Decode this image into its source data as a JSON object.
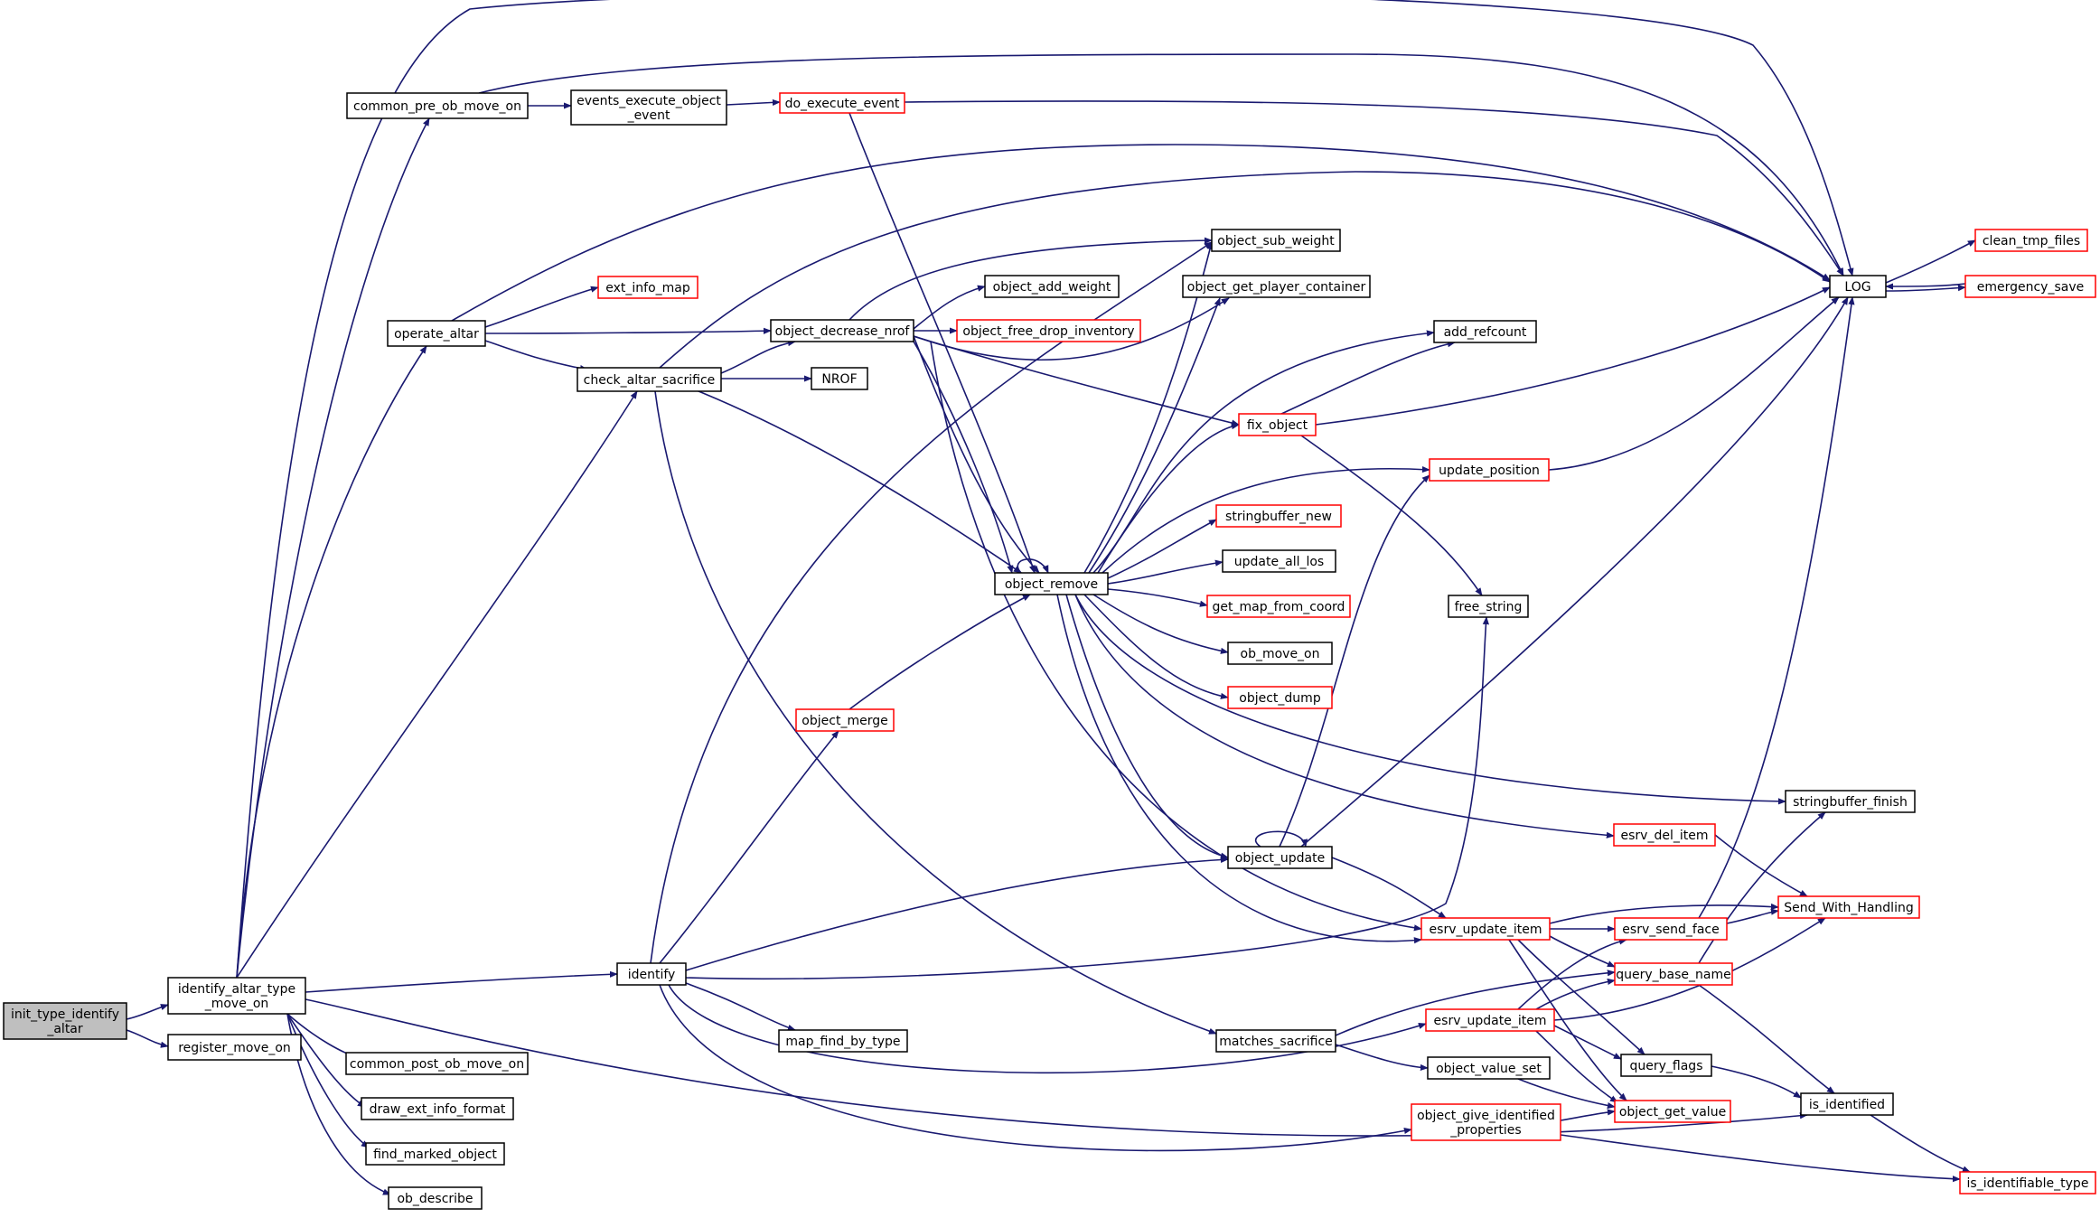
{
  "graph": {
    "nodes": [
      {
        "id": "root",
        "lines": [
          "init_type_identify",
          "_altar"
        ],
        "style": "root"
      },
      {
        "id": "identify_altar_type",
        "lines": [
          "identify_altar_type",
          "_move_on"
        ],
        "style": "black"
      },
      {
        "id": "register_move_on",
        "lines": [
          "register_move_on"
        ],
        "style": "black"
      },
      {
        "id": "common_pre_ob_move_on",
        "lines": [
          "common_pre_ob_move_on"
        ],
        "style": "black"
      },
      {
        "id": "events_execute_object_event",
        "lines": [
          "events_execute_object",
          "_event"
        ],
        "style": "black"
      },
      {
        "id": "do_execute_event",
        "lines": [
          "do_execute_event"
        ],
        "style": "red"
      },
      {
        "id": "operate_altar",
        "lines": [
          "operate_altar"
        ],
        "style": "black"
      },
      {
        "id": "ext_info_map",
        "lines": [
          "ext_info_map"
        ],
        "style": "red"
      },
      {
        "id": "check_altar_sacrifice",
        "lines": [
          "check_altar_sacrifice"
        ],
        "style": "black"
      },
      {
        "id": "object_decrease_nrof",
        "lines": [
          "object_decrease_nrof"
        ],
        "style": "black"
      },
      {
        "id": "NROF",
        "lines": [
          "NROF"
        ],
        "style": "black"
      },
      {
        "id": "object_sub_weight",
        "lines": [
          "object_sub_weight"
        ],
        "style": "black"
      },
      {
        "id": "object_add_weight",
        "lines": [
          "object_add_weight"
        ],
        "style": "black"
      },
      {
        "id": "object_get_player_container",
        "lines": [
          "object_get_player_container"
        ],
        "style": "black"
      },
      {
        "id": "object_free_drop_inventory",
        "lines": [
          "object_free_drop_inventory"
        ],
        "style": "red"
      },
      {
        "id": "add_refcount",
        "lines": [
          "add_refcount"
        ],
        "style": "black"
      },
      {
        "id": "fix_object",
        "lines": [
          "fix_object"
        ],
        "style": "red"
      },
      {
        "id": "update_position",
        "lines": [
          "update_position"
        ],
        "style": "red"
      },
      {
        "id": "stringbuffer_new",
        "lines": [
          "stringbuffer_new"
        ],
        "style": "red"
      },
      {
        "id": "update_all_los",
        "lines": [
          "update_all_los"
        ],
        "style": "black"
      },
      {
        "id": "object_remove",
        "lines": [
          "object_remove"
        ],
        "style": "black"
      },
      {
        "id": "get_map_from_coord",
        "lines": [
          "get_map_from_coord"
        ],
        "style": "red"
      },
      {
        "id": "free_string",
        "lines": [
          "free_string"
        ],
        "style": "black"
      },
      {
        "id": "ob_move_on",
        "lines": [
          "ob_move_on"
        ],
        "style": "black"
      },
      {
        "id": "object_dump",
        "lines": [
          "object_dump"
        ],
        "style": "red"
      },
      {
        "id": "object_merge",
        "lines": [
          "object_merge"
        ],
        "style": "red"
      },
      {
        "id": "stringbuffer_finish",
        "lines": [
          "stringbuffer_finish"
        ],
        "style": "black"
      },
      {
        "id": "esrv_del_item",
        "lines": [
          "esrv_del_item"
        ],
        "style": "red"
      },
      {
        "id": "object_update",
        "lines": [
          "object_update"
        ],
        "style": "black"
      },
      {
        "id": "LOG",
        "lines": [
          "LOG"
        ],
        "style": "black"
      },
      {
        "id": "clean_tmp_files",
        "lines": [
          "clean_tmp_files"
        ],
        "style": "red"
      },
      {
        "id": "emergency_save",
        "lines": [
          "emergency_save"
        ],
        "style": "red"
      },
      {
        "id": "Send_With_Handling",
        "lines": [
          "Send_With_Handling"
        ],
        "style": "red"
      },
      {
        "id": "esrv_update_item_1",
        "lines": [
          "esrv_update_item"
        ],
        "style": "red"
      },
      {
        "id": "esrv_send_face",
        "lines": [
          "esrv_send_face"
        ],
        "style": "red"
      },
      {
        "id": "identify",
        "lines": [
          "identify"
        ],
        "style": "black"
      },
      {
        "id": "query_base_name",
        "lines": [
          "query_base_name"
        ],
        "style": "red"
      },
      {
        "id": "map_find_by_type",
        "lines": [
          "map_find_by_type"
        ],
        "style": "black"
      },
      {
        "id": "matches_sacrifice",
        "lines": [
          "matches_sacrifice"
        ],
        "style": "black"
      },
      {
        "id": "esrv_update_item_2",
        "lines": [
          "esrv_update_item"
        ],
        "style": "red"
      },
      {
        "id": "common_post_ob_move_on",
        "lines": [
          "common_post_ob_move_on"
        ],
        "style": "black"
      },
      {
        "id": "query_flags",
        "lines": [
          "query_flags"
        ],
        "style": "black"
      },
      {
        "id": "object_value_set",
        "lines": [
          "object_value_set"
        ],
        "style": "black"
      },
      {
        "id": "is_identified",
        "lines": [
          "is_identified"
        ],
        "style": "black"
      },
      {
        "id": "draw_ext_info_format",
        "lines": [
          "draw_ext_info_format"
        ],
        "style": "black"
      },
      {
        "id": "object_get_value",
        "lines": [
          "object_get_value"
        ],
        "style": "red"
      },
      {
        "id": "object_give_identified_properties",
        "lines": [
          "object_give_identified",
          "_properties"
        ],
        "style": "red"
      },
      {
        "id": "find_marked_object",
        "lines": [
          "find_marked_object"
        ],
        "style": "black"
      },
      {
        "id": "is_identifiable_type",
        "lines": [
          "is_identifiable_type"
        ],
        "style": "red"
      },
      {
        "id": "ob_describe",
        "lines": [
          "ob_describe"
        ],
        "style": "black"
      }
    ]
  }
}
